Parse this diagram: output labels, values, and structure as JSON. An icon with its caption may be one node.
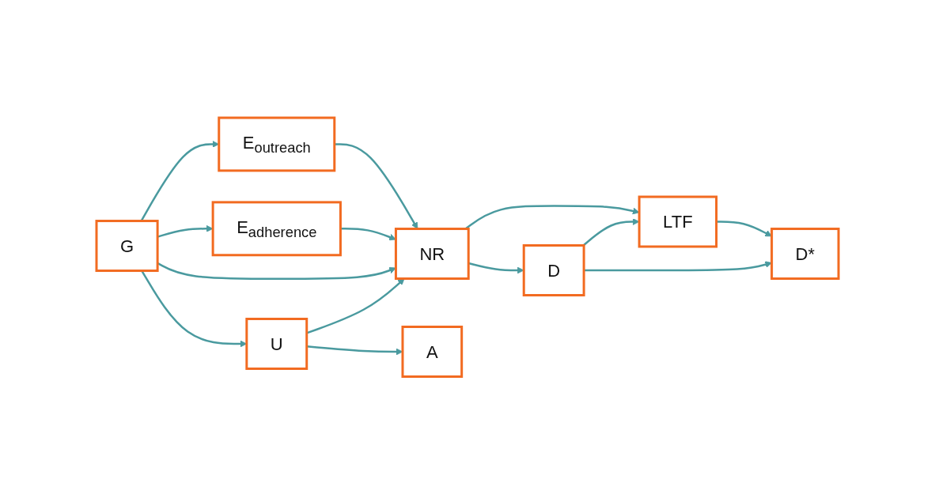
{
  "diagram": {
    "nodes": [
      {
        "text": [
          "LTF"
        ]
      },
      {
        "text": [
          "E$_{outreach}$"
        ]
      },
      {
        "text": [
          "E$_{adherence}$"
        ]
      },
      {
        "text": [
          "NR"
        ]
      },
      {
        "text": [
          "D"
        ]
      },
      {
        "text": [
          "D*"
        ]
      },
      {
        "text": [
          "U"
        ]
      },
      {
        "text": [
          "G"
        ]
      },
      {
        "text": [
          "A"
        ]
      }
    ],
    "edges": [
      {
        "from": 7,
        "to": 1,
        "arrow": "to"
      },
      {
        "from": 1,
        "to": 3,
        "arrow": "to"
      },
      {
        "from": 2,
        "to": 3,
        "arrow": "to"
      },
      {
        "from": 7,
        "to": 2,
        "arrow": "to"
      },
      {
        "from": 7,
        "to": 3,
        "arrow": "to"
      },
      {
        "from": 7,
        "to": 6,
        "arrow": "to"
      },
      {
        "from": 6,
        "to": 3,
        "arrow": "to"
      },
      {
        "from": 6,
        "to": 8,
        "arrow": "to"
      },
      {
        "from": 3,
        "to": 0,
        "arrow": "to"
      },
      {
        "from": 3,
        "to": 4,
        "arrow": "to"
      },
      {
        "from": 4,
        "to": 0,
        "arrow": "to"
      },
      {
        "from": 4,
        "to": 5,
        "arrow": "to"
      },
      {
        "from": 0,
        "to": 5,
        "arrow": "to"
      }
    ]
  }
}
